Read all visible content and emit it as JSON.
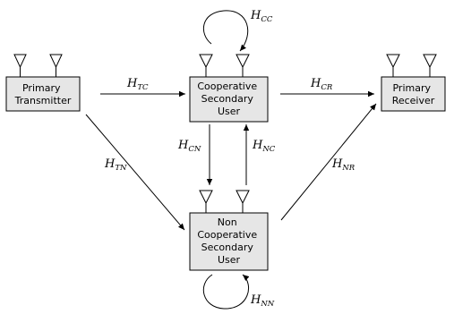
{
  "nodes": {
    "primary_transmitter": {
      "lines": [
        "Primary",
        "Transmitter"
      ]
    },
    "cooperative_su": {
      "lines": [
        "Cooperative",
        "Secondary",
        "User"
      ]
    },
    "primary_receiver": {
      "lines": [
        "Primary",
        "Receiver"
      ]
    },
    "non_cooperative_su": {
      "lines": [
        "Non",
        "Cooperative",
        "Secondary",
        "User"
      ]
    }
  },
  "channels": {
    "h_cc": {
      "symbol": "H",
      "sub": "CC"
    },
    "h_tc": {
      "symbol": "H",
      "sub": "TC"
    },
    "h_cr": {
      "symbol": "H",
      "sub": "CR"
    },
    "h_cn": {
      "symbol": "H",
      "sub": "CN"
    },
    "h_nc": {
      "symbol": "H",
      "sub": "NC"
    },
    "h_tn": {
      "symbol": "H",
      "sub": "TN"
    },
    "h_nr": {
      "symbol": "H",
      "sub": "NR"
    },
    "h_nn": {
      "symbol": "H",
      "sub": "NN"
    }
  }
}
